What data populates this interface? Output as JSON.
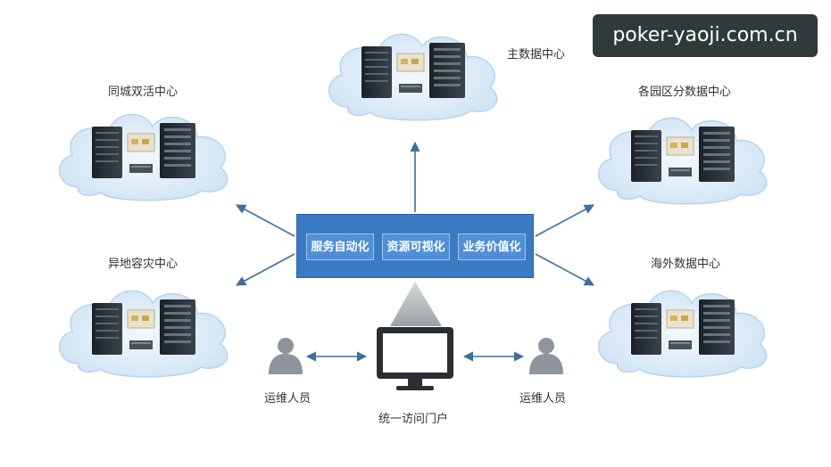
{
  "watermark": "poker-yaoji.com.cn",
  "hub": {
    "items": [
      "服务自动化",
      "资源可视化",
      "业务价值化"
    ]
  },
  "centers": {
    "main": "主数据中心",
    "dual_active": "同城双活中心",
    "campus": "各园区分数据中心",
    "disaster": "异地容灾中心",
    "overseas": "海外数据中心"
  },
  "people": {
    "left": "运维人员",
    "right": "运维人员"
  },
  "portal": "统一访问门户",
  "icons": [
    "cloud-icon",
    "server-rack-icon",
    "network-switch-icon",
    "person-icon",
    "monitor-icon",
    "arrow-icon"
  ],
  "colors": {
    "hub_blue": "#3b7bc4",
    "cloud_fill": "#dcecf8",
    "arrow": "#3f6f9a"
  }
}
